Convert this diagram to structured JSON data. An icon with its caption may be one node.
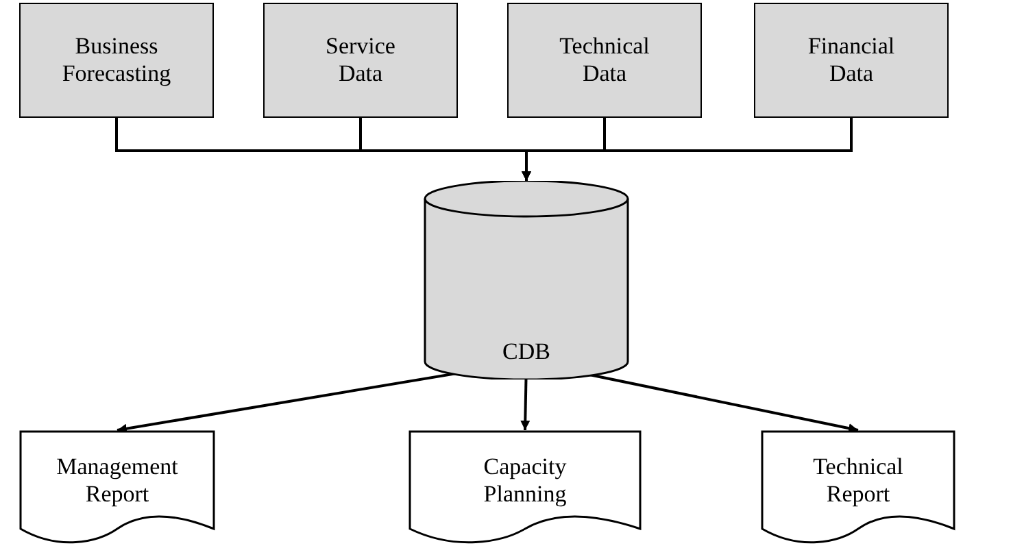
{
  "diagram": {
    "nodes": [
      {
        "text": [
          "Business Forecasting"
        ]
      },
      {
        "text": [
          "Service Data"
        ]
      },
      {
        "text": [
          "Technical Data"
        ]
      },
      {
        "text": [
          "Financial Data"
        ]
      },
      {
        "text": [
          "CDB"
        ]
      },
      {
        "text": [
          "Management Report"
        ]
      },
      {
        "text": [
          "Capacity Planning"
        ]
      },
      {
        "text": [
          "Technical Report"
        ]
      }
    ],
    "edges": [
      {
        "from": 0,
        "to": 4,
        "arrow": "to"
      },
      {
        "from": 1,
        "to": 4,
        "arrow": "to"
      },
      {
        "from": 2,
        "to": 4,
        "arrow": "to"
      },
      {
        "from": 3,
        "to": 4,
        "arrow": "to"
      },
      {
        "from": 4,
        "to": 5,
        "arrow": "to"
      },
      {
        "from": 4,
        "to": 6,
        "arrow": "to"
      },
      {
        "from": 4,
        "to": 7,
        "arrow": "to"
      }
    ]
  }
}
